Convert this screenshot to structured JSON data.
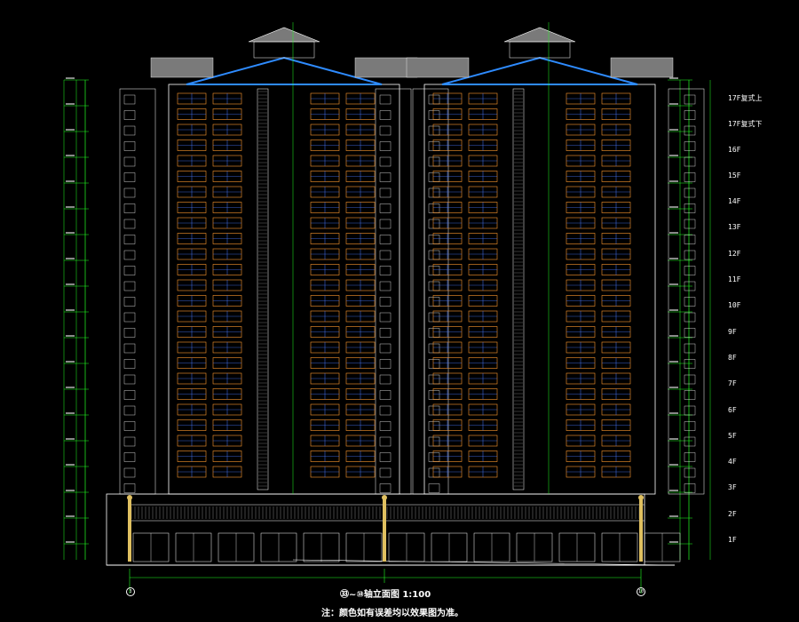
{
  "drawing": {
    "title": "㉝~⑩轴立面图",
    "scale": "1:100",
    "note": "注：颜色如有误差均以效果图为准。",
    "axis_left": "3",
    "axis_right": "10"
  },
  "floor_labels": [
    "17F复式上",
    "17F复式下",
    "16F",
    "15F",
    "14F",
    "13F",
    "12F",
    "11F",
    "10F",
    "9F",
    "8F",
    "7F",
    "6F",
    "5F",
    "4F",
    "3F",
    "2F",
    "1F"
  ],
  "colors": {
    "background": "#000000",
    "outline": "#ffffff",
    "window": "#ff9a2e",
    "glass": "#4a78ff",
    "dimension": "#22ff22",
    "roof": "#7a7a7a",
    "roof_trim": "#2e8bff",
    "column": "#e0c060",
    "base": "#d0d0d0"
  }
}
